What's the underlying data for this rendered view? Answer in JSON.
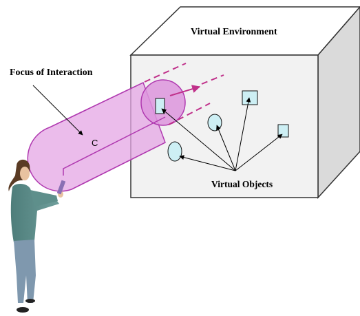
{
  "labels": {
    "virtual_environment": "Virtual Environment",
    "focus_of_interaction": "Focus of Interaction",
    "virtual_objects": "Virtual Objects",
    "cylinder_marker": "C"
  },
  "colors": {
    "cylinder_fill": "#e6a8e6",
    "cylinder_stroke": "#b03ab0",
    "beam_dash": "#c0308a",
    "object_fill": "#cdeff4",
    "box_front": "#f2f2f2",
    "box_top": "#ffffff",
    "box_side": "#dcdcdc",
    "person_shirt": "#5f8f8c",
    "person_jeans": "#7f98ae"
  },
  "objects": [
    {
      "name": "selected-object",
      "shape": "rectangle"
    },
    {
      "name": "object-ellipse-top",
      "shape": "ellipse"
    },
    {
      "name": "object-square-top",
      "shape": "square"
    },
    {
      "name": "object-rect-right",
      "shape": "rectangle"
    },
    {
      "name": "object-ellipse-left",
      "shape": "ellipse"
    }
  ]
}
